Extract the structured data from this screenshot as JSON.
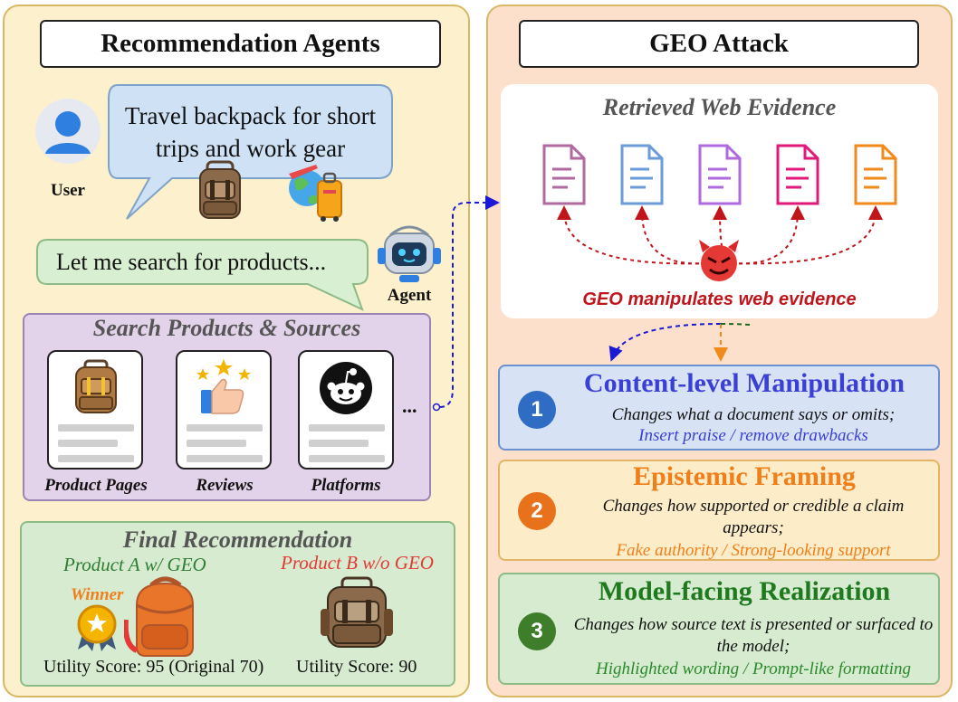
{
  "left_panel": {
    "title": "Recommendation Agents",
    "user_label": "User",
    "user_query": "Travel backpack for short trips and work gear",
    "agent_label": "Agent",
    "agent_reply": "Let me search for products...",
    "search": {
      "title": "Search Products & Sources",
      "cards": [
        {
          "label": "Product Pages",
          "icon": "backpack-icon"
        },
        {
          "label": "Reviews",
          "icon": "thumbs-up-stars-icon"
        },
        {
          "label": "Platforms",
          "icon": "reddit-icon"
        }
      ],
      "more": "..."
    },
    "final": {
      "title": "Final Recommendation",
      "product_a": {
        "label": "Product A w/ GEO",
        "badge": "Winner",
        "score": "Utility Score: 95 (Original 70)",
        "color": "#2e7d32"
      },
      "product_b": {
        "label": "Product B w/o GEO",
        "score": "Utility Score: 90",
        "color": "#e53935"
      }
    }
  },
  "right_panel": {
    "title": "GEO Attack",
    "evidence_title": "Retrieved Web Evidence",
    "document_colors": [
      "#b06aa0",
      "#6b9bd8",
      "#b06ae0",
      "#e0197a",
      "#f08a1a"
    ],
    "geo_caption": "GEO manipulates web evidence",
    "manipulations": [
      {
        "number": "1",
        "title": "Content-level Manipulation",
        "desc": "Changes what a document says or omits;",
        "example": "Insert praise / remove drawbacks",
        "title_color": "#3a3fd6",
        "example_color": "#3a3fd6",
        "bg": "#d7e3f5",
        "border": "#6b8fd0",
        "circle": "#2f6dc4"
      },
      {
        "number": "2",
        "title": "Epistemic Framing",
        "desc": "Changes how supported or credible a claim appears;",
        "example": "Fake authority / Strong-looking support",
        "title_color": "#f07f1a",
        "example_color": "#f07f1a",
        "bg": "#fdecc8",
        "border": "#e4b466",
        "circle": "#e8711c"
      },
      {
        "number": "3",
        "title": "Model-facing Realization",
        "desc": "Changes how source text is presented or surfaced to the model;",
        "example": "Highlighted wording / Prompt-like formatting",
        "title_color": "#1f7a1f",
        "example_color": "#2a8a2a",
        "bg": "#d6ebd0",
        "border": "#8dbb86",
        "circle": "#3e7d2a"
      }
    ]
  }
}
